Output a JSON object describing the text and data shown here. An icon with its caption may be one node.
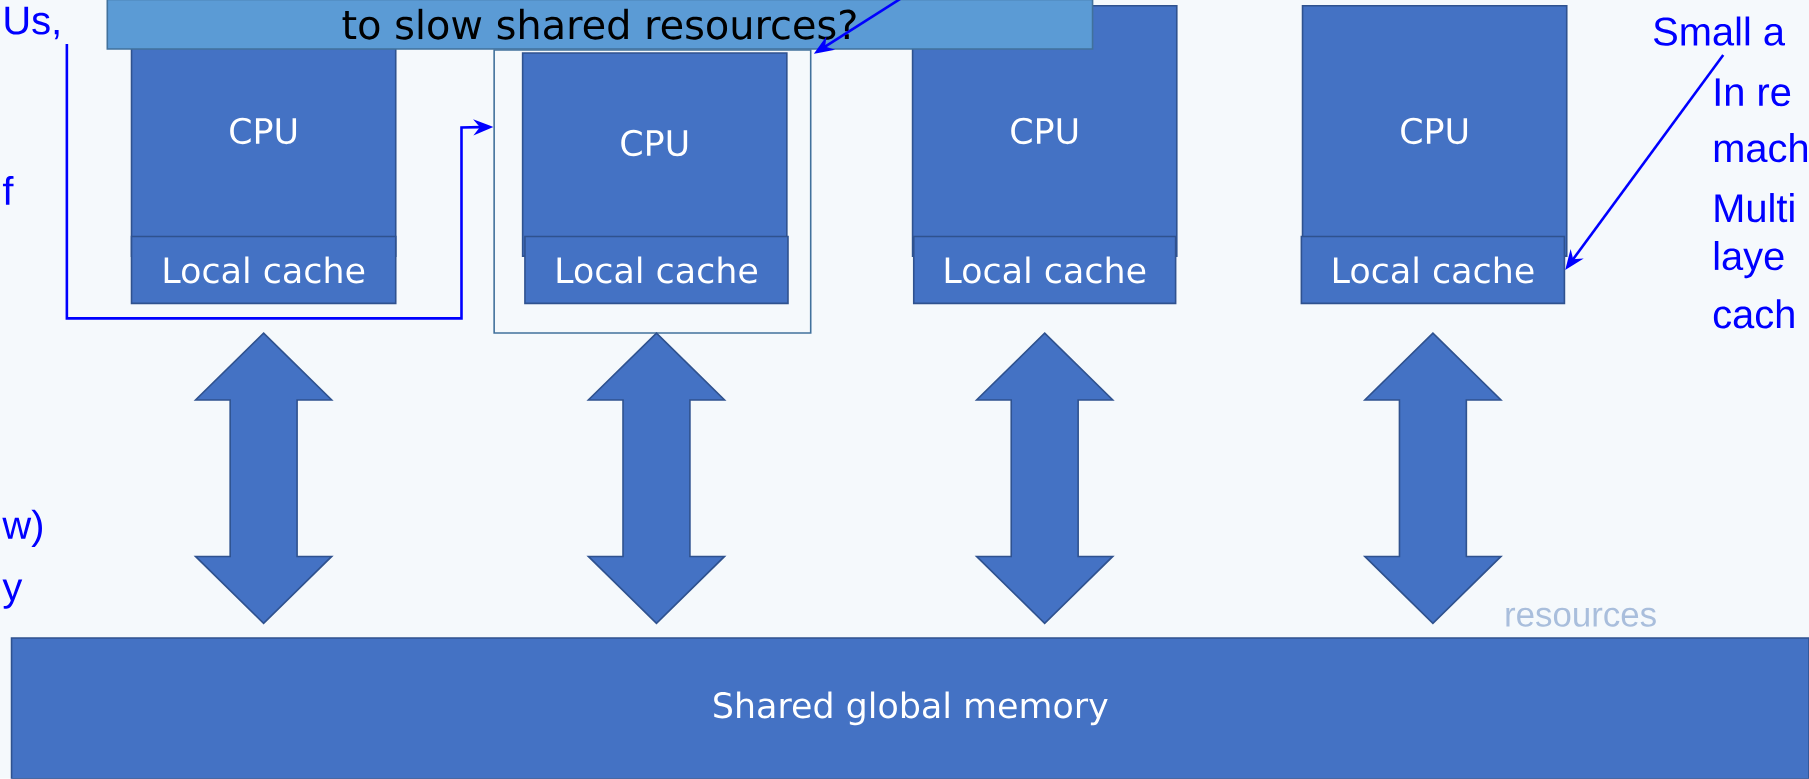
{
  "diagram": {
    "nodes": [
      {
        "text": [
          "Us,"
        ]
      },
      {
        "text": [
          "to slow shared resources?"
        ]
      },
      {
        "text": [
          "Small a"
        ]
      },
      {
        "text": [],
        "shape": "box"
      },
      {
        "text": [
          "CPU"
        ]
      },
      {
        "text": [
          "CPU"
        ],
        "in": 3
      },
      {
        "text": [
          "CPU"
        ]
      },
      {
        "text": [
          "CPU"
        ]
      },
      {
        "text": [
          "Local cache"
        ]
      },
      {
        "text": [
          "Local cache"
        ],
        "in": 3
      },
      {
        "text": [
          "Local cache"
        ]
      },
      {
        "text": [
          "Local cache"
        ]
      },
      {
        "text": [
          "Shared global memory"
        ]
      }
    ],
    "edges": [
      {
        "from": 0,
        "to": 3,
        "arrow": "to",
        "color": "#0000ff"
      },
      {
        "from": 1,
        "to": 3,
        "arrow": "to",
        "color": "#0000ff"
      },
      {
        "from": 2,
        "to": 11,
        "arrow": "to",
        "color": "#0000ff"
      },
      {
        "from": 8,
        "to": 12,
        "arrow": "both",
        "style": "thick"
      },
      {
        "from": 9,
        "to": 12,
        "arrow": "both",
        "style": "thick"
      },
      {
        "from": 10,
        "to": 12,
        "arrow": "both",
        "style": "thick"
      },
      {
        "from": 11,
        "to": 12,
        "arrow": "both",
        "style": "thick"
      }
    ],
    "labels": [
      "f",
      "In re",
      "mach",
      "Multi",
      "laye",
      "cach",
      "w)",
      "y",
      "resources"
    ]
  }
}
